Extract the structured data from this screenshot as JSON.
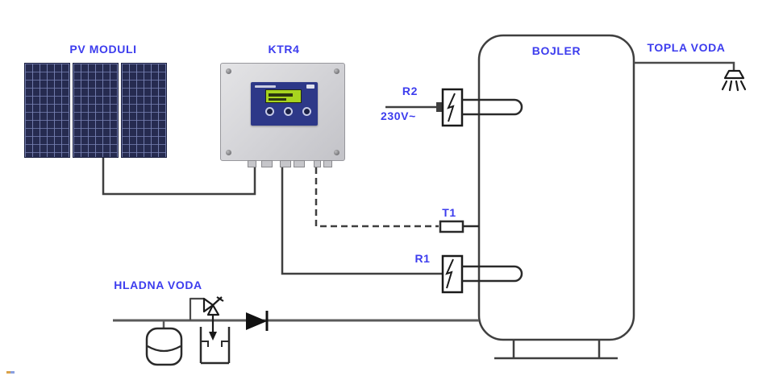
{
  "labels": {
    "pv_moduli": "PV MODULI",
    "ktr4": "KTR4",
    "bojler": "BOJLER",
    "topla_voda": "TOPLA VODA",
    "hladna_voda": "HLADNA VODA",
    "r2": "R2",
    "r2_voltage": "230V~",
    "t1": "T1",
    "r1": "R1"
  },
  "colors": {
    "label_blue": "#3c3cee",
    "line_dark": "#3f3f3f",
    "pipe_gray": "#5a5a5a",
    "pv_panel_navy": "#262b50",
    "pv_cell_grid": "#7882b4",
    "controller_body_gray": "#d2d2d6",
    "controller_panel_blue": "#2d3888",
    "lcd_green": "#a8d41f",
    "valve_black": "#1a1a1a"
  },
  "icons": {
    "hot_water_outlet": "shower-icon",
    "heating_element_r1": "lightning-bolt-icon",
    "heating_element_r2": "lightning-bolt-icon",
    "temperature_sensor": "sensor-capsule-icon",
    "one_way_flow": "check-valve-icon",
    "pressure_relief": "safety-valve-icon",
    "expansion_tank": "expansion-vessel-icon",
    "drain": "drain-funnel-icon"
  }
}
